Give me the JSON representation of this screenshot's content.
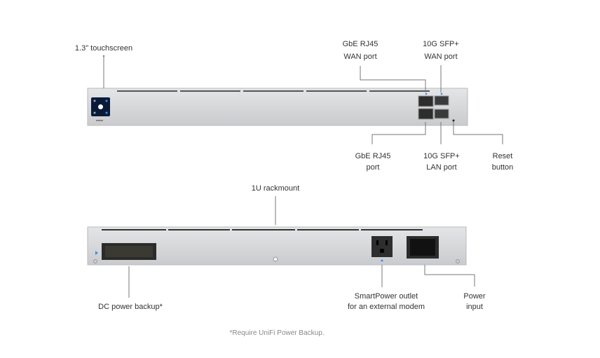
{
  "front_panel": {
    "touchscreen_label": "1.3\" touchscreen",
    "gbe_wan": [
      "GbE RJ45",
      "WAN port"
    ],
    "sfp_wan": [
      "10G SFP+",
      "WAN port"
    ],
    "gbe_lan": [
      "GbE RJ45",
      "port"
    ],
    "sfp_lan": [
      "10G SFP+",
      "LAN port"
    ],
    "reset": [
      "Reset",
      "button"
    ]
  },
  "back_panel": {
    "rackmount_label": "1U rackmount",
    "dc_backup_label": "DC power backup*",
    "smartpower": [
      "SmartPower outlet",
      "for an external modem"
    ],
    "power_input": [
      "Power",
      "input"
    ]
  },
  "footnote": "*Require UniFi Power Backup.",
  "colors": {
    "chassis": "#d2d4d7",
    "accent": "#3b8de8",
    "screen": "#0c1a3a"
  }
}
